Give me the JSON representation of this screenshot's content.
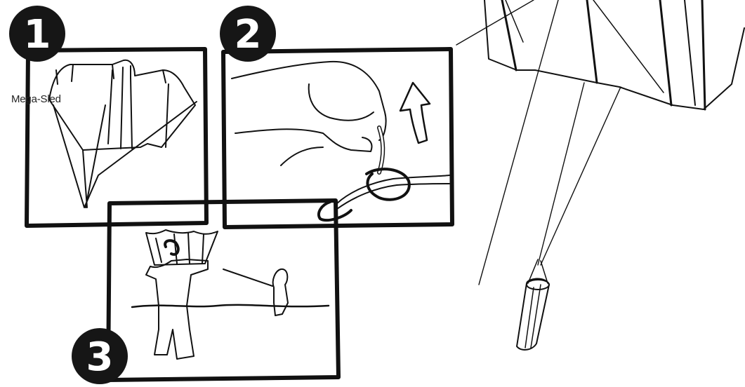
{
  "caption": "Mega-Sled",
  "steps": [
    {
      "number": "1"
    },
    {
      "number": "2"
    },
    {
      "number": "3"
    }
  ],
  "colors": {
    "ink": "#111111",
    "paper": "#ffffff",
    "badge": "#161616"
  }
}
